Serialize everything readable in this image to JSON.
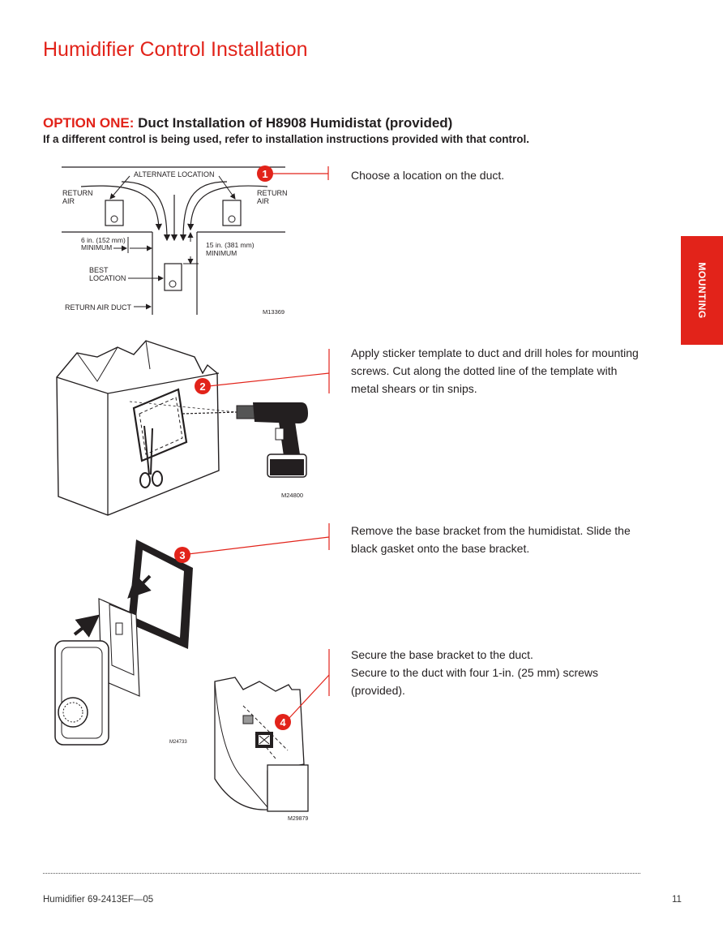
{
  "page": {
    "title": "Humidifier Control Installation",
    "side_tab": "MOUNTING",
    "footer_left": "Humidifier   69-2413EF—05",
    "footer_page": "11"
  },
  "option": {
    "label": "OPTION ONE:",
    "heading": " Duct Installation of H8908 Humidistat (provided)",
    "subheading": "If a different control is being used, refer to installation instructions provided with that control."
  },
  "steps": [
    {
      "number": "1",
      "lines": [
        "Choose a location on the duct."
      ]
    },
    {
      "number": "2",
      "lines": [
        "Apply sticker template to duct and drill holes for mounting screws. Cut along the dotted line of the template with metal shears or tin snips."
      ]
    },
    {
      "number": "3",
      "lines": [
        "Remove the base bracket from the humidistat. Slide the black gasket onto the base bracket."
      ]
    },
    {
      "number": "4",
      "lines": [
        "Secure the base bracket to the duct.",
        "Secure to the duct with four 1-in. (25 mm) screws (provided)."
      ]
    }
  ],
  "figure1": {
    "alternate_location": "ALTERNATE LOCATION",
    "return_air_left_1": "RETURN",
    "return_air_left_2": "AIR",
    "return_air_right_1": "RETURN",
    "return_air_right_2": "AIR",
    "min_left_1": "6 in. (152 mm)",
    "min_left_2": "MINIMUM",
    "min_right_1": "15 in. (381 mm)",
    "min_right_2": "MINIMUM",
    "best_1": "BEST",
    "best_2": "LOCATION",
    "duct_label": "RETURN AIR DUCT",
    "code": "M13369"
  },
  "figure_codes": {
    "fig2": "M24800",
    "fig3": "M24733",
    "fig4": "M29879"
  },
  "colors": {
    "accent": "#e2231a",
    "text": "#231f20"
  }
}
